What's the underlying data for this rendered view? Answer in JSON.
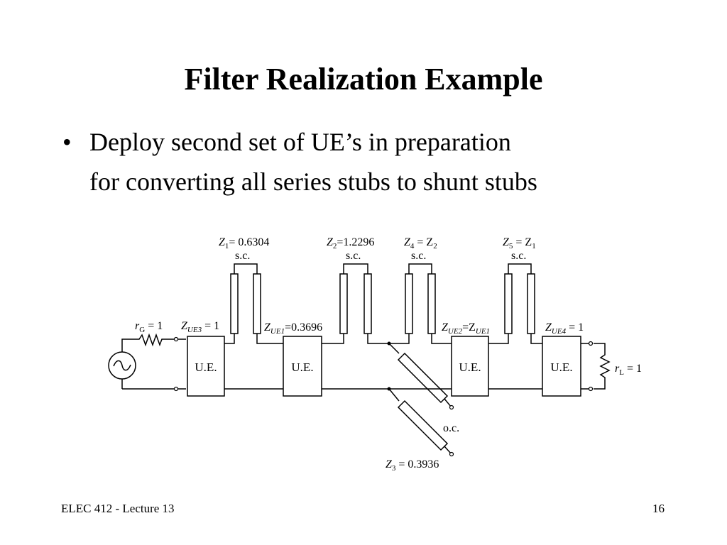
{
  "slide": {
    "title": "Filter Realization Example",
    "bullets": [
      {
        "lines": [
          "Deploy second set of UE’s in preparation",
          "for converting all series stubs to shunt stubs"
        ]
      }
    ],
    "footer_left": "ELEC 412 - Lecture 13",
    "page_number": "16"
  },
  "circuit": {
    "ue_box_label": "U.E.",
    "stub_labels": {
      "z1": {
        "sym": "Z",
        "sub": "1",
        "rest": "= 0.6304"
      },
      "z2": {
        "sym": "Z",
        "sub": "2",
        "rest": "=1.2296"
      },
      "z4": {
        "sym": "Z",
        "sub": "4",
        "rest": " = Z",
        "sub2": "2"
      },
      "z5": {
        "sym": "Z",
        "sub": "5",
        "rest": " = Z",
        "sub2": "1"
      },
      "z3": {
        "sym": "Z",
        "sub": "3",
        "rest": " = 0.3936"
      }
    },
    "short_circuit": "s.c.",
    "open_circuit": "o.c.",
    "line_labels": {
      "rg": {
        "sym": "r",
        "sub": "G",
        "rest": " = 1"
      },
      "zue3": {
        "sym": "Z",
        "sub": "UE3",
        "rest": " = 1"
      },
      "zue1": {
        "sym": "Z",
        "sub": "UE1",
        "rest": "=0.3696"
      },
      "zue2": {
        "sym": "Z",
        "sub": "UE2",
        "rest": "=Z",
        "sub2": "UE1"
      },
      "zue4": {
        "sym": "Z",
        "sub": "UE4",
        "rest": " = 1"
      },
      "rl": {
        "sym": "r",
        "sub": "L",
        "rest": " = 1"
      }
    }
  }
}
